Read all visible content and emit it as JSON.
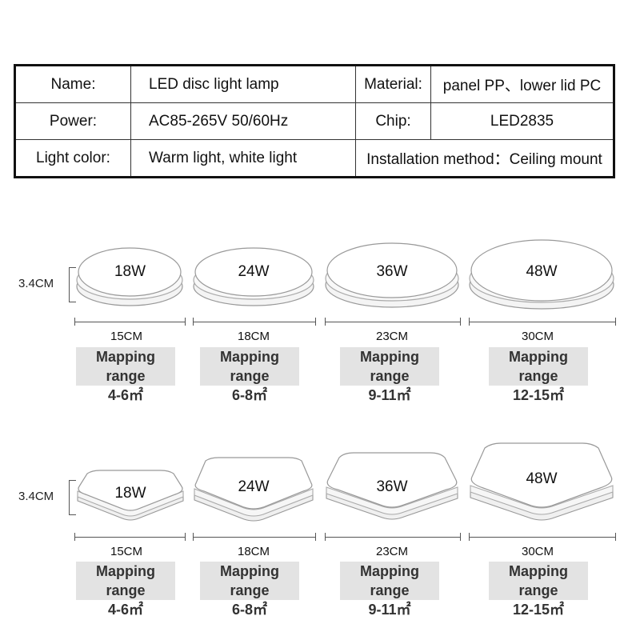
{
  "spec": {
    "name_label": "Name:",
    "name_value": "LED disc light lamp",
    "material_label": "Material:",
    "material_value": "panel PP、lower lid PC",
    "power_label": "Power:",
    "power_value": "AC85-265V  50/60Hz",
    "chip_label": "Chip:",
    "chip_value": "LED2835",
    "light_color_label": "Light color:",
    "light_color_value": "Warm light, white light",
    "installation_text": "Installation method：Ceiling mount"
  },
  "round": {
    "height": "3.4CM",
    "items": [
      {
        "watt": "18W",
        "size": "15CM",
        "range_label": "Mapping range",
        "range_value": "4-6㎡"
      },
      {
        "watt": "24W",
        "size": "18CM",
        "range_label": "Mapping range",
        "range_value": "6-8㎡"
      },
      {
        "watt": "36W",
        "size": "23CM",
        "range_label": "Mapping range",
        "range_value": "9-11㎡"
      },
      {
        "watt": "48W",
        "size": "30CM",
        "range_label": "Mapping range",
        "range_value": "12-15㎡"
      }
    ]
  },
  "square": {
    "height": "3.4CM",
    "items": [
      {
        "watt": "18W",
        "size": "15CM",
        "range_label": "Mapping range",
        "range_value": "4-6㎡"
      },
      {
        "watt": "24W",
        "size": "18CM",
        "range_label": "Mapping range",
        "range_value": "6-8㎡"
      },
      {
        "watt": "36W",
        "size": "23CM",
        "range_label": "Mapping range",
        "range_value": "9-11㎡"
      },
      {
        "watt": "48W",
        "size": "30CM",
        "range_label": "Mapping range",
        "range_value": "12-15㎡"
      }
    ]
  }
}
